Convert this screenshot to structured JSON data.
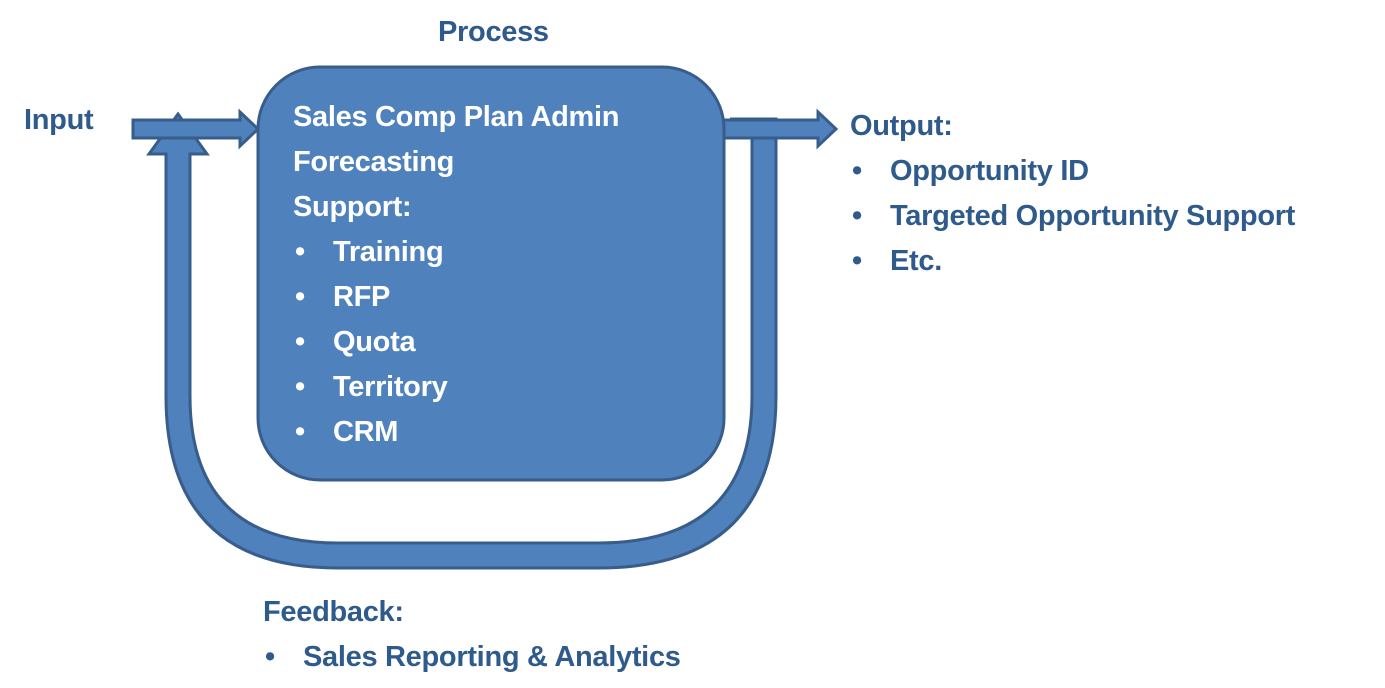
{
  "title": "Process",
  "input_label": "Input",
  "process": {
    "lines": [
      "Sales Comp Plan Admin",
      "Forecasting",
      "Support:"
    ],
    "support_items": [
      "Training",
      "RFP",
      "Quota",
      "Territory",
      "CRM"
    ]
  },
  "output": {
    "heading": "Output:",
    "items": [
      "Opportunity ID",
      "Targeted Opportunity Support",
      "Etc."
    ]
  },
  "feedback": {
    "heading": "Feedback:",
    "items": [
      "Sales Reporting & Analytics"
    ]
  },
  "bullet_glyph": "•",
  "colors": {
    "fill": "#4f81bd",
    "stroke": "#385d8a",
    "label_text": "#2f5a8c",
    "box_text": "#ffffff"
  }
}
